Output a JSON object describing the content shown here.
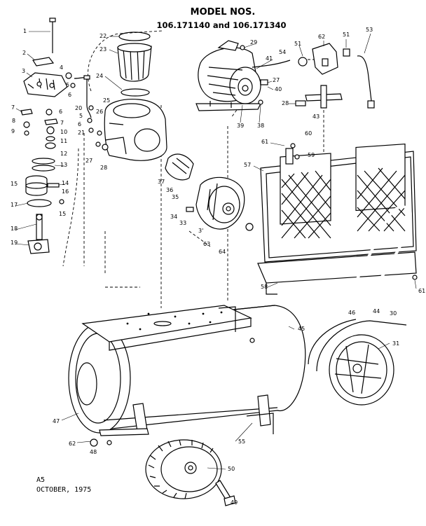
{
  "header": {
    "title": "MODEL NOS.",
    "models": "106.171140 and 106.171340"
  },
  "footer": {
    "code": "A5",
    "date": "OCTOBER, 1975"
  },
  "callouts": [
    {
      "id": "c1",
      "label": "1"
    },
    {
      "id": "c2",
      "label": "2"
    },
    {
      "id": "c3",
      "label": "3"
    },
    {
      "id": "c4",
      "label": "4"
    },
    {
      "id": "c5a",
      "label": "5"
    },
    {
      "id": "c6a",
      "label": "6"
    },
    {
      "id": "c7a",
      "label": "7"
    },
    {
      "id": "c6b",
      "label": "6"
    },
    {
      "id": "c8",
      "label": "8"
    },
    {
      "id": "c7b",
      "label": "7"
    },
    {
      "id": "c9",
      "label": "9"
    },
    {
      "id": "c10",
      "label": "10"
    },
    {
      "id": "c11",
      "label": "11"
    },
    {
      "id": "c12",
      "label": "12"
    },
    {
      "id": "c13",
      "label": "13"
    },
    {
      "id": "c15a",
      "label": "15"
    },
    {
      "id": "c14",
      "label": "14"
    },
    {
      "id": "c16",
      "label": "16"
    },
    {
      "id": "c17",
      "label": "17"
    },
    {
      "id": "c15b",
      "label": "15"
    },
    {
      "id": "c18",
      "label": "18"
    },
    {
      "id": "c19",
      "label": "19"
    },
    {
      "id": "c20",
      "label": "20"
    },
    {
      "id": "c5b",
      "label": "5"
    },
    {
      "id": "c6c",
      "label": "6"
    },
    {
      "id": "c21",
      "label": "21"
    },
    {
      "id": "c22",
      "label": "22"
    },
    {
      "id": "c23",
      "label": "23"
    },
    {
      "id": "c24",
      "label": "24"
    },
    {
      "id": "c25",
      "label": "25"
    },
    {
      "id": "c26",
      "label": "26"
    },
    {
      "id": "c27a",
      "label": "27"
    },
    {
      "id": "c28a",
      "label": "28"
    },
    {
      "id": "c29",
      "label": "29"
    },
    {
      "id": "c41",
      "label": "41"
    },
    {
      "id": "c54",
      "label": "54"
    },
    {
      "id": "c51a",
      "label": "51"
    },
    {
      "id": "c62a",
      "label": "62"
    },
    {
      "id": "c51b",
      "label": "51"
    },
    {
      "id": "c53",
      "label": "53"
    },
    {
      "id": "c27b",
      "label": "27"
    },
    {
      "id": "c40",
      "label": "40"
    },
    {
      "id": "c28b",
      "label": "28"
    },
    {
      "id": "c43",
      "label": "43"
    },
    {
      "id": "c39",
      "label": "39"
    },
    {
      "id": "c38",
      "label": "38"
    },
    {
      "id": "c60",
      "label": "60"
    },
    {
      "id": "c61a",
      "label": "61"
    },
    {
      "id": "c59",
      "label": "59"
    },
    {
      "id": "c57",
      "label": "57"
    },
    {
      "id": "c37",
      "label": "37"
    },
    {
      "id": "c36",
      "label": "36"
    },
    {
      "id": "c35",
      "label": "35"
    },
    {
      "id": "c34",
      "label": "34"
    },
    {
      "id": "c33",
      "label": "33"
    },
    {
      "id": "c31a",
      "label": "3'"
    },
    {
      "id": "c63",
      "label": "63"
    },
    {
      "id": "c64",
      "label": "64"
    },
    {
      "id": "c58",
      "label": "58"
    },
    {
      "id": "c61b",
      "label": "61"
    },
    {
      "id": "c46",
      "label": "46"
    },
    {
      "id": "c44",
      "label": "44"
    },
    {
      "id": "c30",
      "label": "30"
    },
    {
      "id": "c45",
      "label": "45"
    },
    {
      "id": "c31b",
      "label": "31"
    },
    {
      "id": "c47",
      "label": "47"
    },
    {
      "id": "c62b",
      "label": "62"
    },
    {
      "id": "c48",
      "label": "48"
    },
    {
      "id": "c55",
      "label": "55"
    },
    {
      "id": "c50",
      "label": "50"
    },
    {
      "id": "c49",
      "label": "49"
    }
  ]
}
